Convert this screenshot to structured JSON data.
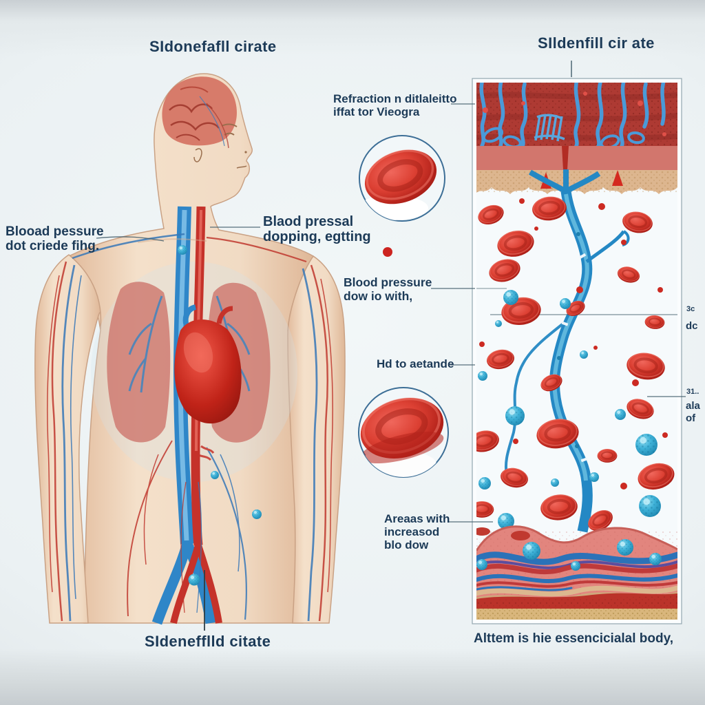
{
  "titles": {
    "top_left": "SIdonefafll cirate",
    "top_right": "SIldenfill cir ate",
    "bottom_left": "SIdenefflld citate",
    "bottom_right": "Alttem is hie essencicialal body,"
  },
  "labels": {
    "left_body": {
      "lines": [
        "Blooad pessure",
        "dot criede fihg."
      ]
    },
    "mid_body": {
      "lines": [
        "Blaod pressal",
        "dopping, egtting"
      ]
    },
    "refraction": {
      "lines": [
        "Refraction n ditlaleitto",
        "iffat tor Vieogra"
      ]
    },
    "blood_pressure": {
      "lines": [
        "Blood pressure",
        "dow io with,"
      ]
    },
    "hd": {
      "lines": [
        "Hd to aetande"
      ]
    },
    "areas": {
      "lines": [
        "Areaas with",
        "increasod",
        "blo dow"
      ]
    },
    "edge_top": {
      "lines": [
        "3c",
        "dc"
      ]
    },
    "edge_bottom": {
      "lines": [
        "31..",
        "ala",
        "of"
      ]
    }
  },
  "colors": {
    "label_text": "#1c3a57",
    "artery_red": "#c5322a",
    "vein_blue": "#2f86c8",
    "rbc_red": "#d63a30",
    "sphere_teal": "#2aa0cc",
    "skin": "#eed3ba",
    "tissue_red": "#ae3a33",
    "tan_layer": "#ddb68f",
    "background": "#e7edef"
  },
  "illustration": {
    "left_figure": "human-torso-cardiovascular-illustration",
    "right_panel": "blood-vessel-tissue-cross-section-panel",
    "inset_top": "red-blood-cell-closeup",
    "inset_bottom": "red-blood-cell-closeup"
  }
}
